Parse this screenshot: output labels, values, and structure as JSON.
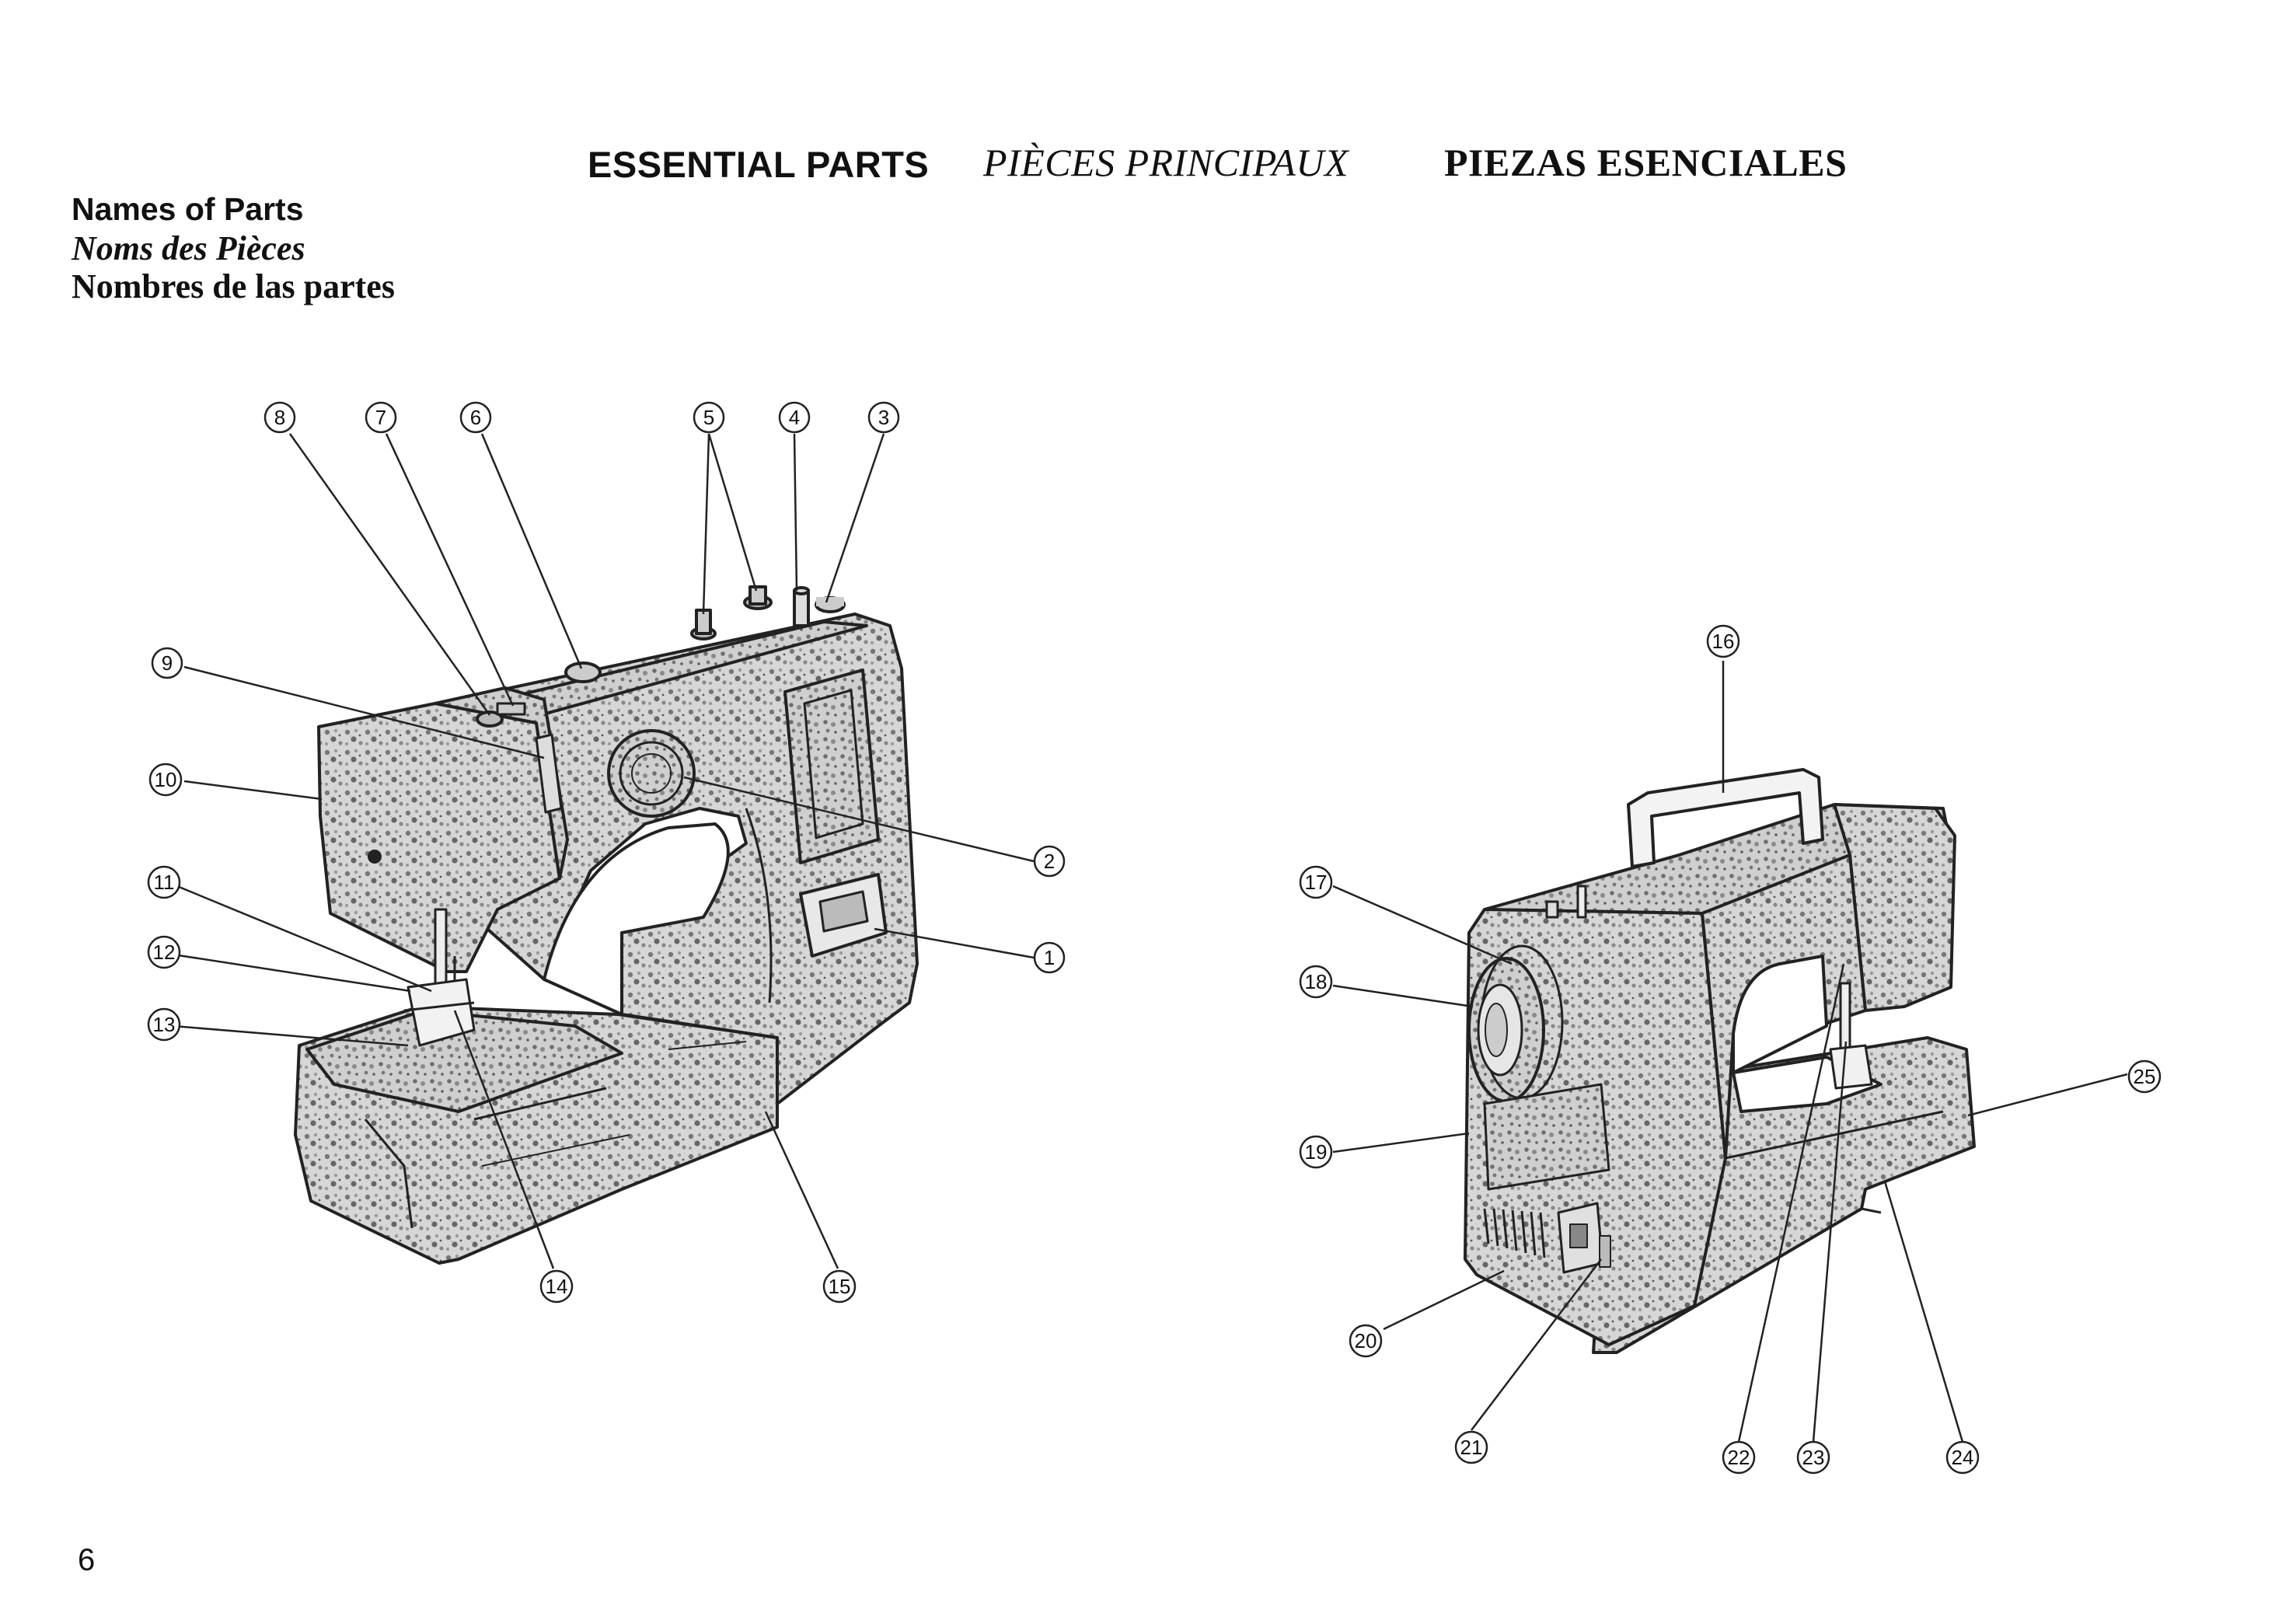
{
  "header": {
    "english": "ESSENTIAL PARTS",
    "french": "PIÈCES PRINCIPAUX",
    "spanish": "PIEZAS ESENCIALES"
  },
  "subheader": {
    "english": "Names of Parts",
    "french": "Noms des Pièces",
    "spanish": "Nombres de las partes"
  },
  "callouts": [
    "1",
    "2",
    "3",
    "4",
    "5",
    "6",
    "7",
    "8",
    "9",
    "10",
    "11",
    "12",
    "13",
    "14",
    "15",
    "16",
    "17",
    "18",
    "19",
    "20",
    "21",
    "22",
    "23",
    "24",
    "25"
  ],
  "page_number": "6"
}
